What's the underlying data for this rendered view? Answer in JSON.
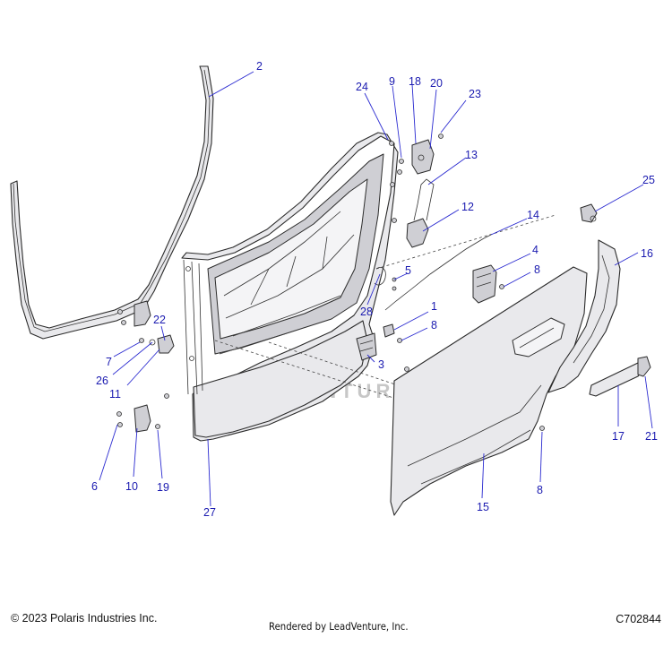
{
  "diagram": {
    "watermark": "LEADVENTURE",
    "callouts": [
      {
        "id": "1",
        "label": "1"
      },
      {
        "id": "2",
        "label": "2"
      },
      {
        "id": "3",
        "label": "3"
      },
      {
        "id": "4",
        "label": "4"
      },
      {
        "id": "5",
        "label": "5"
      },
      {
        "id": "6",
        "label": "6"
      },
      {
        "id": "7",
        "label": "7"
      },
      {
        "id": "8a",
        "label": "8"
      },
      {
        "id": "8b",
        "label": "8"
      },
      {
        "id": "8c",
        "label": "8"
      },
      {
        "id": "9",
        "label": "9"
      },
      {
        "id": "10",
        "label": "10"
      },
      {
        "id": "11",
        "label": "11"
      },
      {
        "id": "12",
        "label": "12"
      },
      {
        "id": "13",
        "label": "13"
      },
      {
        "id": "14",
        "label": "14"
      },
      {
        "id": "15",
        "label": "15"
      },
      {
        "id": "16",
        "label": "16"
      },
      {
        "id": "17",
        "label": "17"
      },
      {
        "id": "18",
        "label": "18"
      },
      {
        "id": "19",
        "label": "19"
      },
      {
        "id": "20",
        "label": "20"
      },
      {
        "id": "21",
        "label": "21"
      },
      {
        "id": "22",
        "label": "22"
      },
      {
        "id": "23",
        "label": "23"
      },
      {
        "id": "24",
        "label": "24"
      },
      {
        "id": "25",
        "label": "25"
      },
      {
        "id": "26",
        "label": "26"
      },
      {
        "id": "27",
        "label": "27"
      },
      {
        "id": "28",
        "label": "28"
      }
    ]
  },
  "footer": {
    "copyright": "© 2023 Polaris Industries Inc.",
    "rendered_by": "Rendered by LeadVenture, Inc.",
    "diagram_code": "C702844"
  },
  "colors": {
    "callout_text": "#1a1ab0",
    "leader_line": "#2a2ad0",
    "part_fill": "#e9e9ec",
    "outline": "#2b2b2b"
  }
}
